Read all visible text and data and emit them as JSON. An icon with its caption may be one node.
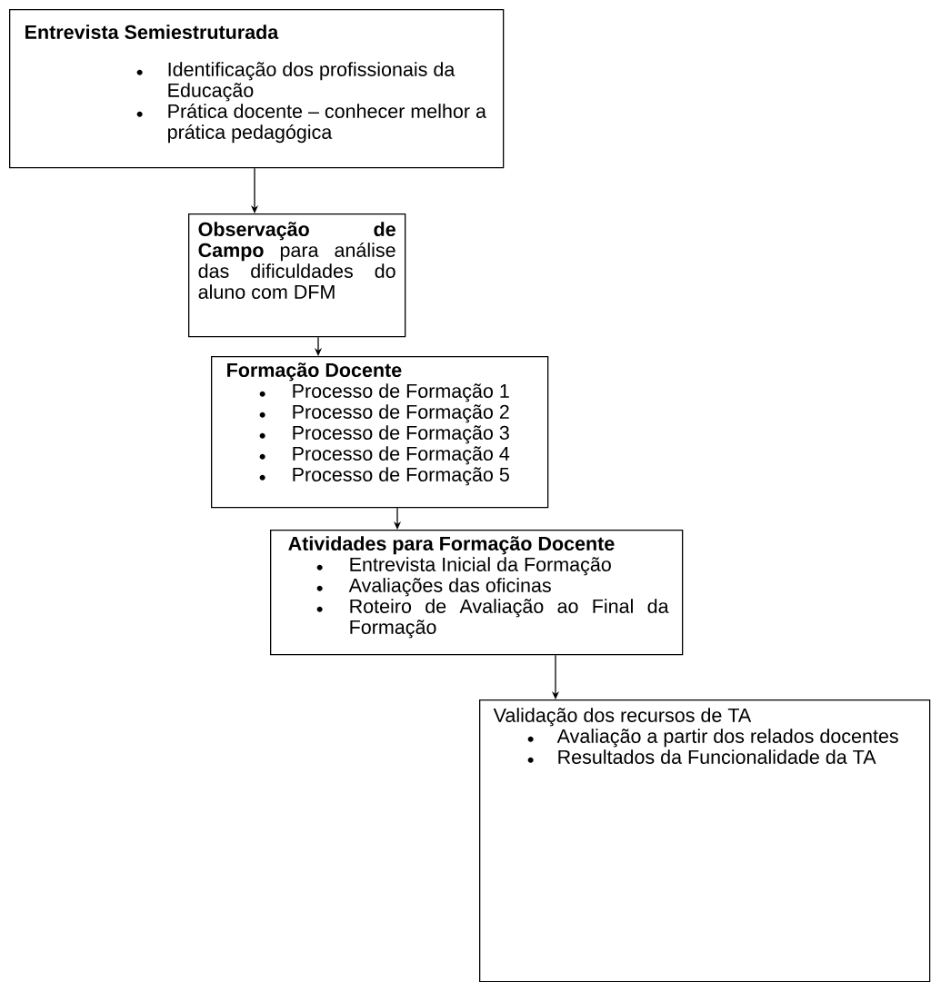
{
  "diagram": {
    "nodes": [
      {
        "text": [
          "Entrevista Semiestruturada",
          "Identificação dos profissionais da Educação",
          "Prática docente – conhecer melhor a prática pedagógica"
        ]
      },
      {
        "text": [
          "**Observação de Campo** para análise das dificuldades do aluno com DFM"
        ]
      },
      {
        "text": [
          "Formação Docente",
          "Processo de Formação 1",
          "Processo de Formação 2",
          "Processo de Formação 3",
          "Processo de Formação 4",
          "Processo de Formação 5"
        ]
      },
      {
        "text": [
          "Atividades para Formação Docente",
          "Entrevista Inicial da Formação",
          "Avaliações das oficinas",
          "Roteiro de Avaliação ao Final da Formação"
        ]
      },
      {
        "text": [
          "Validação dos recursos de TA",
          "Avaliação a partir dos relados docentes",
          "Resultados da Funcionalidade da TA"
        ]
      }
    ],
    "edges": [
      {
        "from": 0,
        "to": 1,
        "arrow": "to"
      },
      {
        "from": 1,
        "to": 2,
        "arrow": "to"
      },
      {
        "from": 2,
        "to": 3,
        "arrow": "to"
      },
      {
        "from": 3,
        "to": 4,
        "arrow": "to"
      }
    ]
  }
}
